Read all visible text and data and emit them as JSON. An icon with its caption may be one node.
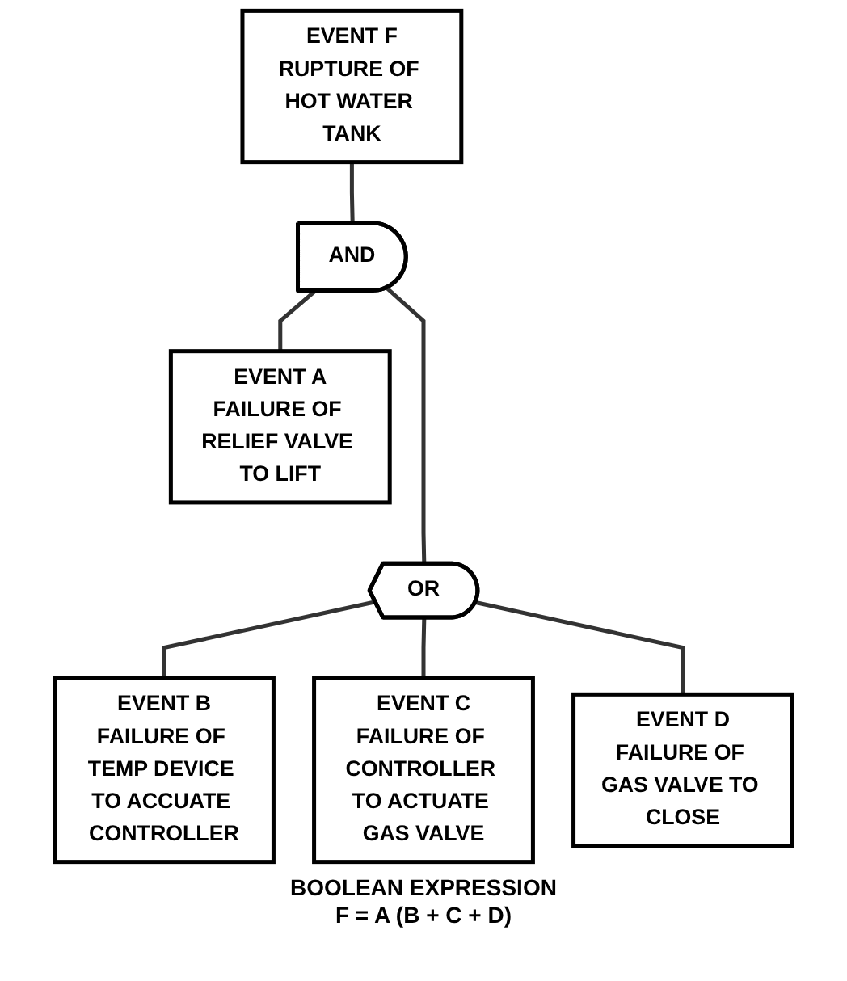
{
  "diagram": {
    "nodes": [
      {
        "text": [
          "EVENT F",
          "RUPTURE OF HOT WATER TANK"
        ]
      },
      {
        "text": [
          "AND"
        ]
      },
      {
        "text": [
          "EVENT A",
          "FAILURE OF RELIEF VALVE TO LIFT"
        ]
      },
      {
        "text": [
          "OR"
        ]
      },
      {
        "text": [
          "EVENT B",
          "FAILURE OF TEMP DEVICE TO ACCUATE CONTROLLER"
        ]
      },
      {
        "text": [
          "EVENT C",
          "FAILURE OF CONTROLLER TO ACTUATE GAS VALVE"
        ]
      },
      {
        "text": [
          "EVENT D",
          "FAILURE OF GAS VALVE TO CLOSE"
        ]
      }
    ],
    "edges": [
      {
        "from": 1,
        "to": 0,
        "arrow": "none"
      },
      {
        "from": 2,
        "to": 1,
        "arrow": "none"
      },
      {
        "from": 3,
        "to": 1,
        "arrow": "none"
      },
      {
        "from": 4,
        "to": 3,
        "arrow": "none"
      },
      {
        "from": 5,
        "to": 3,
        "arrow": "none"
      },
      {
        "from": 6,
        "to": 3,
        "arrow": "none"
      }
    ],
    "labels": [
      "BOOLEAN EXPRESSION",
      "F = A (B + C + D)"
    ]
  }
}
